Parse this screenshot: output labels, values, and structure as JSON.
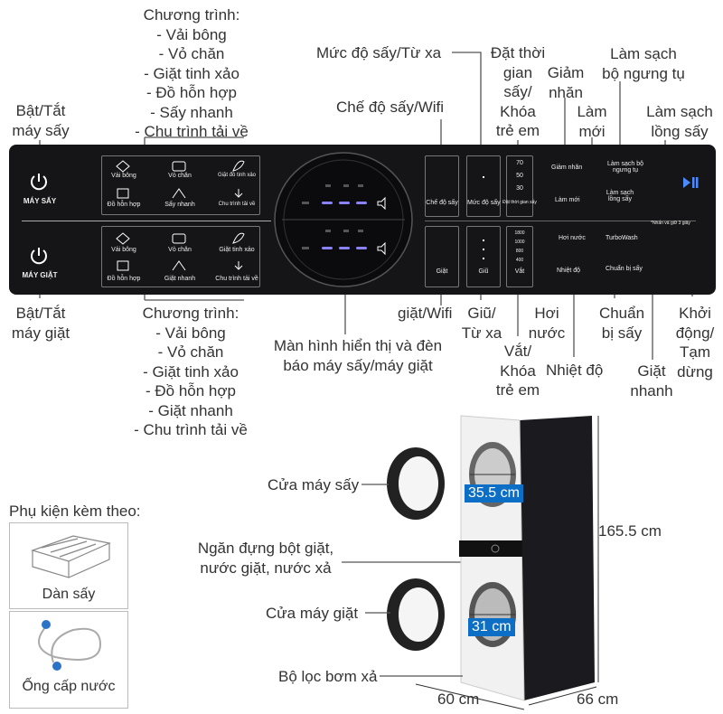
{
  "top_labels": {
    "dryer_programs": [
      "Chương trình:",
      "- Vải bông",
      "- Vỏ chăn",
      "- Giặt tinh xảo",
      "- Đồ hỗn hợp",
      "- Sấy nhanh",
      "- Chu trình tải về"
    ],
    "dry_level_remote": "Mức độ sấy/Từ xa",
    "dry_mode_wifi": "Chế độ sấy/Wifi",
    "time_lock": [
      "Đặt thời",
      "gian",
      "sấy/",
      "Khóa",
      "trẻ em"
    ],
    "reduce_wrinkle": [
      "Giảm",
      "nhăn"
    ],
    "refresh": [
      "Làm",
      "mới"
    ],
    "clean_condenser": [
      "Làm sạch",
      "bộ ngưng tụ"
    ],
    "clean_drum": [
      "Làm sạch",
      "lồng sấy"
    ],
    "dryer_power": [
      "Bật/Tắt",
      "máy sấy"
    ]
  },
  "bottom_labels": {
    "washer_power": [
      "Bật/Tắt",
      "máy giặt"
    ],
    "washer_programs": [
      "Chương trình:",
      "- Vải bông",
      "- Vỏ chăn",
      "- Giặt tinh xảo",
      "- Đồ hỗn hợp",
      "- Giặt nhanh",
      "- Chu trình tải về"
    ],
    "wash_wifi": "giặt/Wifi",
    "keep_remote": [
      "Giũ/",
      "Từ xa"
    ],
    "spin_lock": [
      "Vắt/",
      "Khóa",
      "trẻ em"
    ],
    "steam": [
      "Hơi",
      "nước"
    ],
    "temperature": "Nhiệt độ",
    "prep_dry": [
      "Chuẩn",
      "bị sấy"
    ],
    "quick_wash": [
      "Giặt",
      "nhanh"
    ],
    "start_pause": [
      "Khởi",
      "động/",
      "Tạm",
      "dừng"
    ],
    "display": [
      "Màn hình hiển thị và đèn",
      "báo máy sấy/máy giặt"
    ]
  },
  "panel": {
    "dryer_label": "MÁY SẤY",
    "washer_label": "MÁY GIẶT",
    "dryer_programs": [
      "Vải bông",
      "Vỏ chăn",
      "Giặt đồ tinh xảo",
      "Đồ hỗn hợp",
      "Sấy nhanh",
      "Chu trình tải về"
    ],
    "washer_programs": [
      "Vải bông",
      "Vỏ chăn",
      "Giặt tinh xảo",
      "Đồ hỗn hợp",
      "Giặt nhanh",
      "Chu trình tải về"
    ],
    "dry_mode": "Chế độ sấy",
    "dry_level": "Mức độ sấy",
    "dry_time": "Đặt thời gian sấy",
    "wash_label": "Giặt",
    "keep_label": "Giũ",
    "spin_label": "Vắt",
    "reduce_wrinkle": "Giảm nhăn",
    "refresh": "Làm mới",
    "clean_condenser": "Làm sạch bộ ngưng tụ",
    "clean_drum": "Làm sạch lồng sấy",
    "steam": "Hơi nước",
    "temperature": "Nhiệt độ",
    "turbowash": "TurboWash",
    "prep_dry": "Chuẩn bị sấy",
    "hold_note": "*Nhấn và giữ 3 giây",
    "dry_time_values": [
      "70",
      "50",
      "30"
    ],
    "spin_values": [
      "1800",
      "1000",
      "800",
      "400"
    ]
  },
  "product": {
    "dryer_door": "Cửa máy sấy",
    "detergent": [
      "Ngăn đựng bột giặt,",
      "nước giặt, nước xả"
    ],
    "washer_door": "Cửa máy giặt",
    "drain_filter": "Bộ lọc bơm xả",
    "dryer_door_dim": "35.5 cm",
    "washer_door_dim": "31 cm",
    "height": "165.5 cm",
    "width": "60 cm",
    "depth": "66 cm"
  },
  "accessories": {
    "title": "Phụ kiện kèm theo:",
    "items": [
      "Dàn sấy",
      "Ống cấp nước"
    ]
  },
  "colors": {
    "panel": "#151517",
    "accent": "#0d6ec5",
    "lights": "#8a82ff"
  }
}
